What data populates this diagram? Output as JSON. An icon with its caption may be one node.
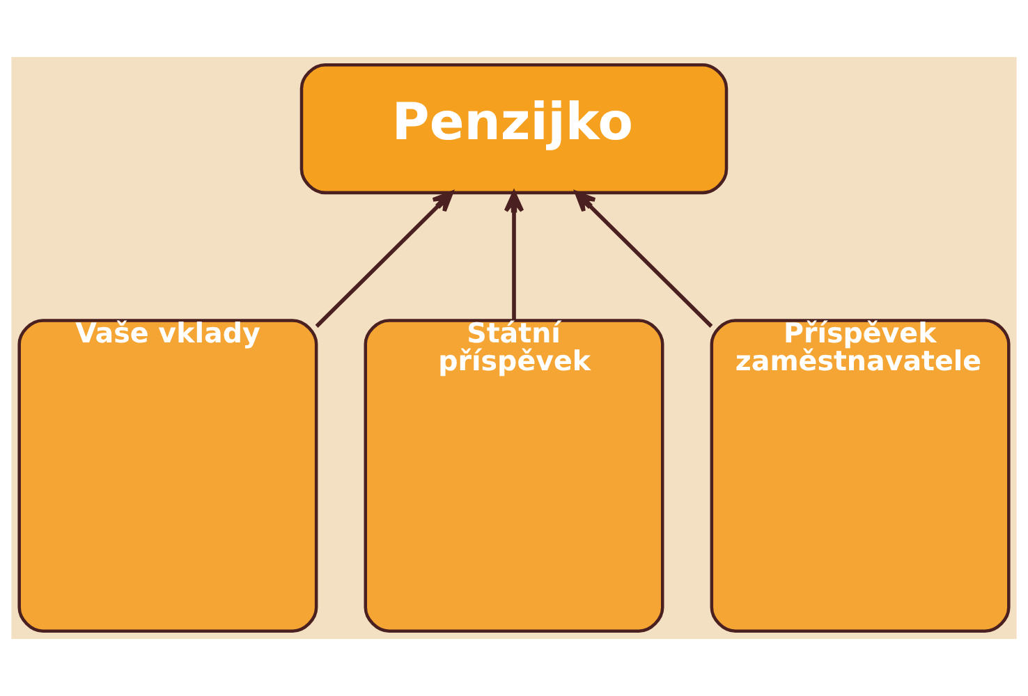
{
  "diagram": {
    "nodes": [
      {
        "text": [
          "Penzijko"
        ]
      },
      {
        "text": [
          "Vaše vklady"
        ]
      },
      {
        "text": [
          "Státní příspěvek"
        ]
      },
      {
        "text": [
          "Příspěvek zaměstnavatele"
        ]
      }
    ],
    "edges": [
      {
        "from": 1,
        "to": 0,
        "arrow": "to"
      },
      {
        "from": 2,
        "to": 0,
        "arrow": "to"
      },
      {
        "from": 3,
        "to": 0,
        "arrow": "to"
      }
    ]
  }
}
